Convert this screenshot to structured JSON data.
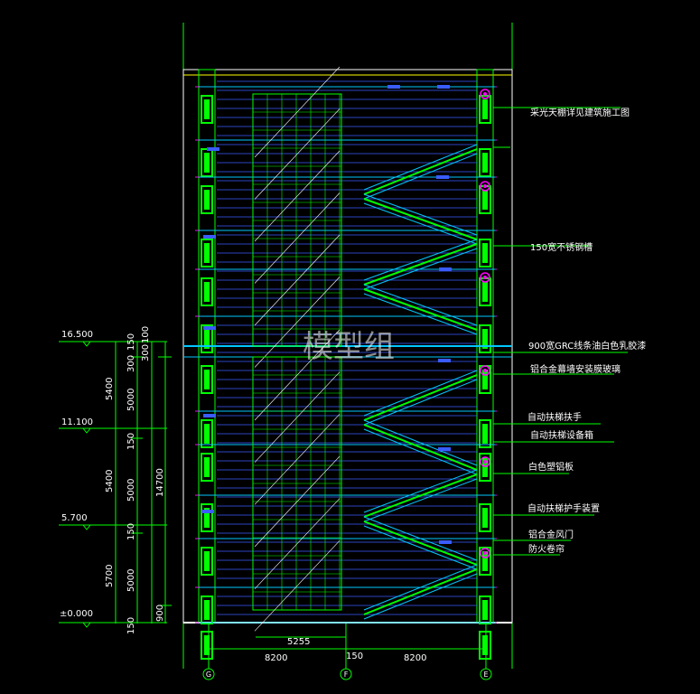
{
  "colors": {
    "background": "#000000",
    "green": "#00ff00",
    "cyan": "#00c8ff",
    "blue": "#3a5cff",
    "white": "#ffffff",
    "magenta": "#ff00ff",
    "yellow": "#ffff00"
  },
  "watermark": "模型组",
  "elevations": [
    "16.500",
    "11.100",
    "5.700",
    "±0.000"
  ],
  "dims_left": {
    "outer": [
      "5400",
      "5400",
      "5700"
    ],
    "middle": [
      "150",
      "300",
      "5000",
      "150",
      "5000",
      "150",
      "5000",
      "150"
    ],
    "right_col": [
      "100",
      "300",
      "14700",
      "900"
    ]
  },
  "dims_bottom": [
    "5255",
    "8200",
    "150",
    "8200"
  ],
  "axes": [
    "G",
    "F",
    "E"
  ],
  "annotations": [
    "采光天棚详见建筑施工图",
    "150宽不锈钢槽",
    "900宽GRC线条油白色乳胶漆",
    "铝合金幕墙安装膜玻璃",
    "自动扶梯扶手",
    "自动扶梯设备箱",
    "白色塑铝板",
    "自动扶梯护手装置",
    "铝合金风门",
    "防火卷帘"
  ]
}
